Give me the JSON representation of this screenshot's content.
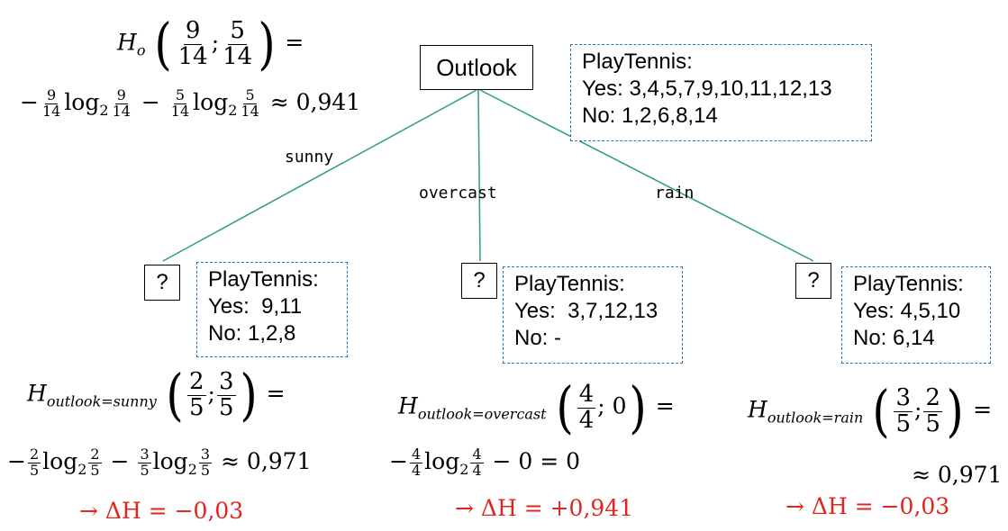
{
  "root": {
    "label": "Outlook"
  },
  "root_info": {
    "title": "PlayTennis:",
    "yes": "Yes: 3,4,5,7,9,10,11,12,13",
    "no": "No: 1,2,6,8,14"
  },
  "root_entropy": {
    "lhs": "H",
    "sub": "o",
    "f1_num": "9",
    "f1_den": "14",
    "sep": ";",
    "f2_num": "5",
    "f2_den": "14",
    "eq": "=",
    "line2": {
      "minus1": "−",
      "a_num": "9",
      "a_den": "14",
      "log": "log",
      "log_sub": "2",
      "b_num": "9",
      "b_den": "14",
      "minus2": "−",
      "c_num": "5",
      "c_den": "14",
      "d_num": "5",
      "d_den": "14",
      "result": "≈ 0,941"
    }
  },
  "edges": {
    "sunny": "sunny",
    "overcast": "overcast",
    "rain": "rain"
  },
  "children": [
    {
      "node": "?",
      "info": {
        "title": "PlayTennis:",
        "yes": "Yes:  9,11",
        "no": "No: 1,2,8"
      },
      "entropy": {
        "lhs": "H",
        "sub": "outlook=sunny",
        "f1_num": "2",
        "f1_den": "5",
        "sep": ";",
        "f2_num": "3",
        "f2_den": "5",
        "eq": "=",
        "line2": {
          "minus1": "−",
          "a_num": "2",
          "a_den": "5",
          "log": "log",
          "log_sub": "2",
          "b_num": "2",
          "b_den": "5",
          "minus2": "−",
          "c_num": "3",
          "c_den": "5",
          "d_num": "3",
          "d_den": "5",
          "result": "≈ 0,971"
        },
        "delta": "→ ΔH = −0,03"
      }
    },
    {
      "node": "?",
      "info": {
        "title": "PlayTennis:",
        "yes": "Yes:  3,7,12,13",
        "no": "No: -"
      },
      "entropy": {
        "lhs": "H",
        "sub": "outlook=overcast",
        "f1_num": "4",
        "f1_den": "4",
        "sep": "; 0",
        "eq": "=",
        "line2": {
          "minus1": "−",
          "a_num": "4",
          "a_den": "4",
          "log": "log",
          "log_sub": "2",
          "b_num": "4",
          "b_den": "4",
          "rest": "− 0 = 0"
        },
        "delta": "→ ΔH = +0,941"
      }
    },
    {
      "node": "?",
      "info": {
        "title": "PlayTennis:",
        "yes": "Yes: 4,5,10",
        "no": "No: 6,14"
      },
      "entropy": {
        "lhs": "H",
        "sub": "outlook=rain",
        "f1_num": "3",
        "f1_den": "5",
        "sep": ";",
        "f2_num": "2",
        "f2_den": "5",
        "eq": "=",
        "line2": {
          "result": "≈ 0,971"
        },
        "delta": "→ ΔH = −0,03"
      }
    }
  ],
  "colors": {
    "edge": "#2e9c83",
    "info_border": "#2e75b6",
    "delta": "#e0241f"
  }
}
